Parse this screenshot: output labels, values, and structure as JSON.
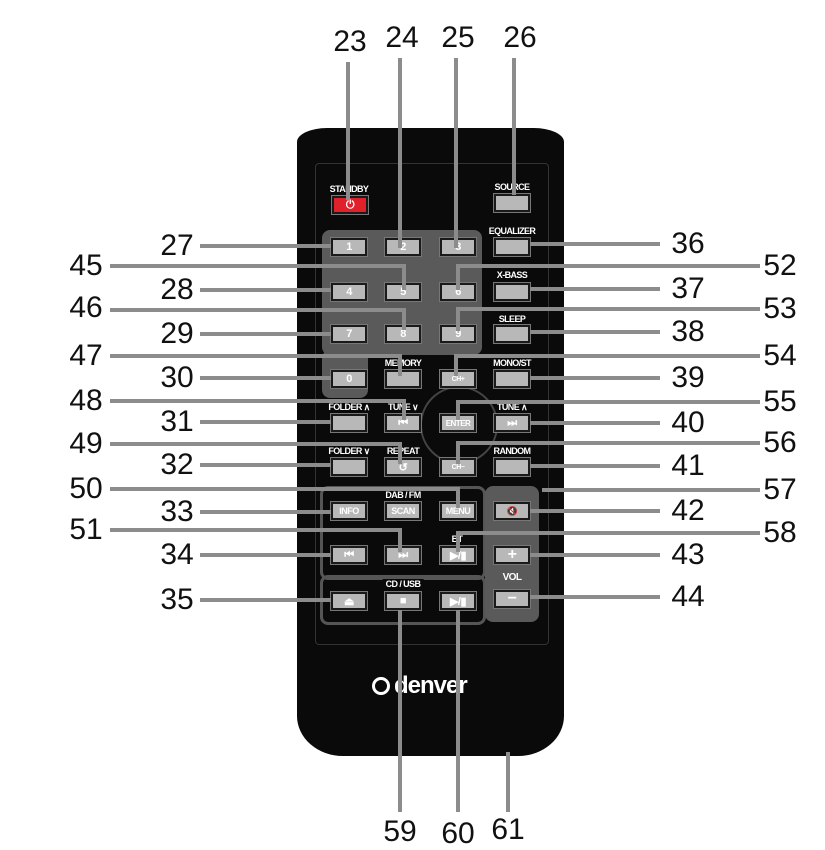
{
  "brand": "denver",
  "labels": {
    "standby": "STANDBY",
    "source": "SOURCE",
    "equalizer": "EQUALIZER",
    "xbass": "X-BASS",
    "sleep": "SLEEP",
    "memory": "MEMORY",
    "monost": "MONO/ST",
    "folder_up": "FOLDER ∧",
    "tune_down": "TUNE ∨",
    "tune_up": "TUNE ∧",
    "folder_down": "FOLDER ∨",
    "repeat": "REPEAT",
    "random": "RANDOM",
    "dab_fm": "DAB / FM",
    "bt": "BT",
    "cd_usb": "CD / USB",
    "vol": "VOL"
  },
  "buttons": {
    "power": "⏻",
    "n1": "1",
    "n2": "2",
    "n3": "3",
    "n4": "4",
    "n5": "5",
    "n6": "6",
    "n7": "7",
    "n8": "8",
    "n9": "9",
    "n0": "0",
    "enter": "ENTER",
    "info": "INFO",
    "scan": "SCAN",
    "menu": "MENU",
    "prev": "⏮",
    "next": "⏭",
    "play_pause": "▶/▮",
    "eject": "⏏",
    "stop": "■",
    "mute": "🔇",
    "plus": "+",
    "minus": "−",
    "repeat_icon": "↺",
    "ch_up": "CH+",
    "ch_down": "CH−"
  },
  "callouts": [
    "23",
    "24",
    "25",
    "26",
    "27",
    "28",
    "29",
    "30",
    "31",
    "32",
    "33",
    "34",
    "35",
    "36",
    "37",
    "38",
    "39",
    "40",
    "41",
    "42",
    "43",
    "44",
    "45",
    "46",
    "47",
    "48",
    "49",
    "50",
    "51",
    "52",
    "53",
    "54",
    "55",
    "56",
    "57",
    "58",
    "59",
    "60",
    "61"
  ]
}
